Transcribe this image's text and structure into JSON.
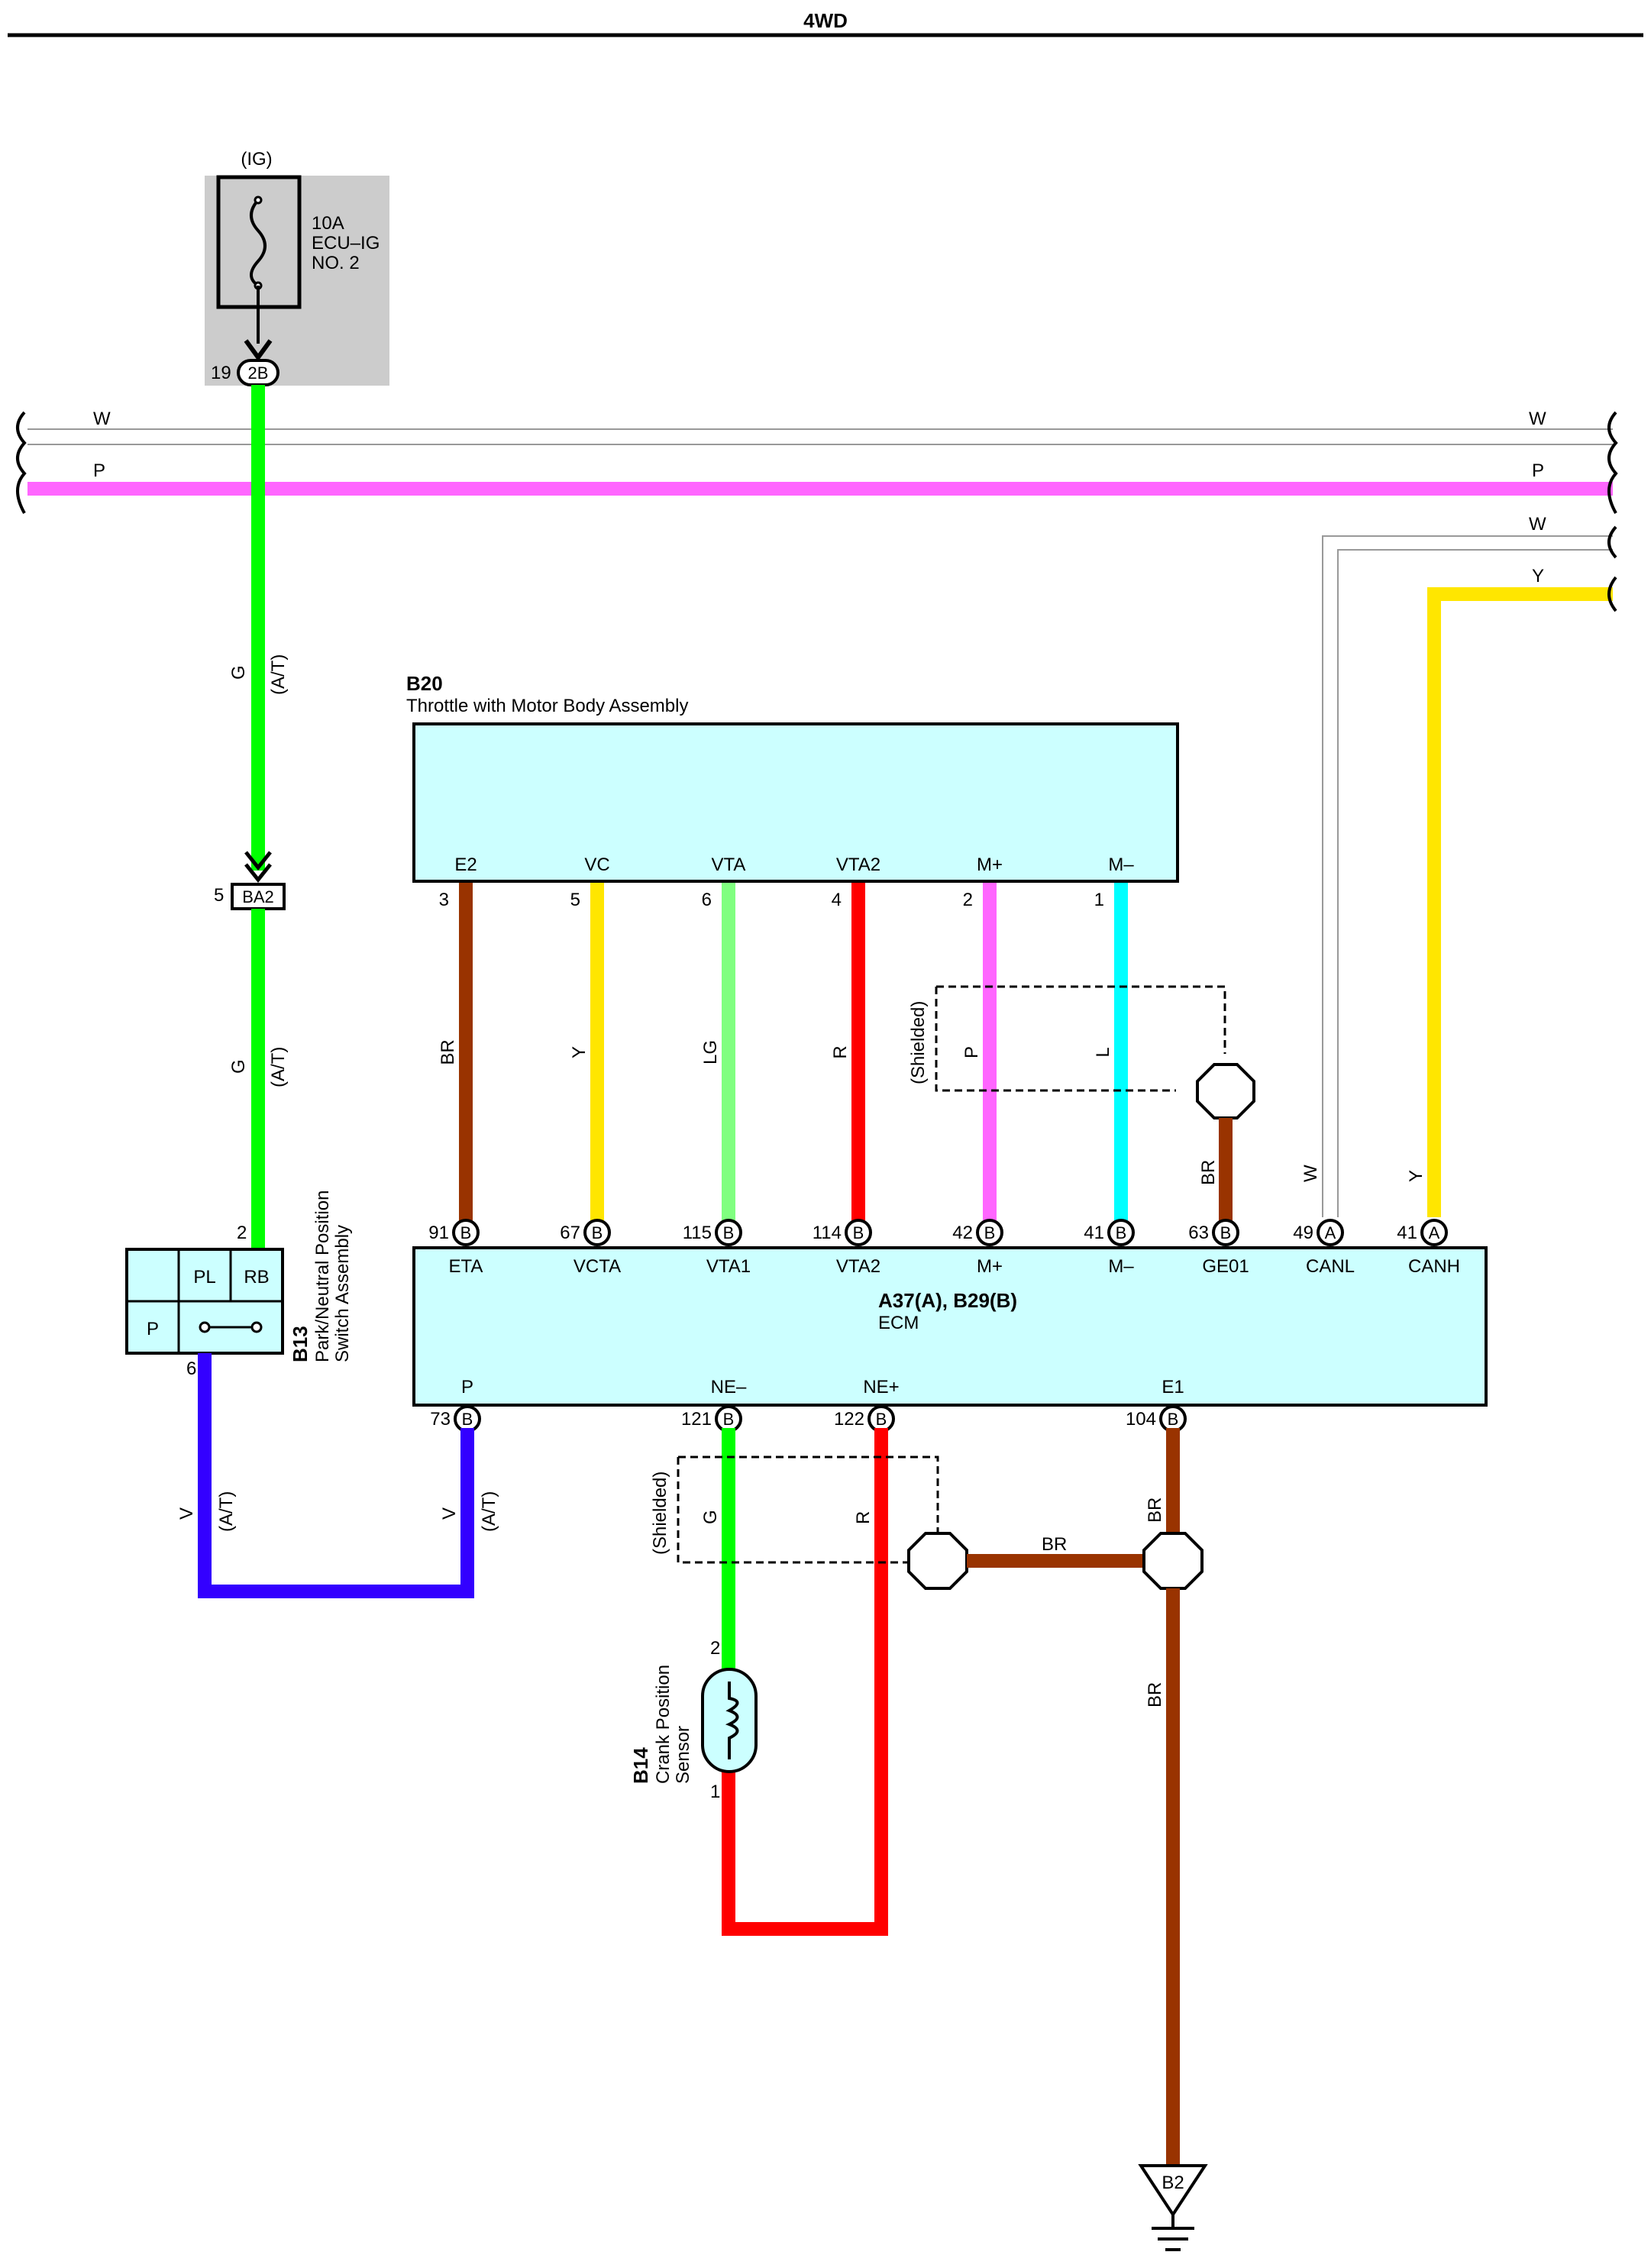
{
  "header": {
    "title": "4WD"
  },
  "fuse": {
    "supply": "(IG)",
    "rating": "10A",
    "name_line1": "ECU–IG",
    "name_line2": "NO. 2",
    "connector": "2B",
    "pin": "19"
  },
  "bus": {
    "top_w_left": "W",
    "top_w_right": "W",
    "top_p_left": "P",
    "top_p_right": "P",
    "right_w": "W",
    "right_y": "Y"
  },
  "main_wire": {
    "upper_color": "G",
    "upper_note": "(A/T)",
    "connector": "BA2",
    "connector_pin": "5",
    "lower_color": "G",
    "lower_note": "(A/T)"
  },
  "pnp_switch": {
    "id": "B13",
    "name_line1": "Park/Neutral Position",
    "name_line2": "Switch Assembly",
    "cell_pl": "PL",
    "cell_rb": "RB",
    "cell_p": "P",
    "pin_top": "2",
    "pin_bottom": "6"
  },
  "throttle": {
    "id": "B20",
    "name": "Throttle with Motor Body Assembly",
    "terminals": [
      {
        "label": "E2",
        "pin": "3",
        "wire": "BR"
      },
      {
        "label": "VC",
        "pin": "5",
        "wire": "Y"
      },
      {
        "label": "VTA",
        "pin": "6",
        "wire": "LG"
      },
      {
        "label": "VTA2",
        "pin": "4",
        "wire": "R"
      },
      {
        "label": "M+",
        "pin": "2",
        "wire": "P"
      },
      {
        "label": "M–",
        "pin": "1",
        "wire": "L"
      }
    ],
    "shield_label": "(Shielded)"
  },
  "ecm": {
    "id": "A37(A), B29(B)",
    "name": "ECM",
    "top_terminals": [
      {
        "label": "ETA",
        "pin": "91",
        "conn": "B"
      },
      {
        "label": "VCTA",
        "pin": "67",
        "conn": "B"
      },
      {
        "label": "VTA1",
        "pin": "115",
        "conn": "B"
      },
      {
        "label": "VTA2",
        "pin": "114",
        "conn": "B"
      },
      {
        "label": "M+",
        "pin": "42",
        "conn": "B"
      },
      {
        "label": "M–",
        "pin": "41",
        "conn": "B"
      },
      {
        "label": "GE01",
        "pin": "63",
        "conn": "B"
      },
      {
        "label": "CANL",
        "pin": "49",
        "conn": "A"
      },
      {
        "label": "CANH",
        "pin": "41",
        "conn": "A"
      }
    ],
    "ge01_wire": "BR",
    "canl_wire": "W",
    "canh_wire": "Y",
    "bottom_terminals": [
      {
        "label": "P",
        "pin": "73",
        "conn": "B"
      },
      {
        "label": "NE–",
        "pin": "121",
        "conn": "B"
      },
      {
        "label": "NE+",
        "pin": "122",
        "conn": "B"
      },
      {
        "label": "E1",
        "pin": "104",
        "conn": "B"
      }
    ]
  },
  "lower": {
    "v_left": "V",
    "v_left_note": "(A/T)",
    "v_right": "V",
    "v_right_note": "(A/T)",
    "shield_label": "(Shielded)",
    "ne_minus_wire": "G",
    "ne_plus_wire": "R",
    "br_horizontal": "BR",
    "br_upper": "BR",
    "br_lower": "BR",
    "ground": "B2"
  },
  "crank_sensor": {
    "id": "B14",
    "name_line1": "Crank Position",
    "name_line2": "Sensor",
    "pin_top": "2",
    "pin_bottom": "1"
  },
  "colors": {
    "green": "#00ff00",
    "lightgreen": "#80ff80",
    "pink": "#ff66ff",
    "brown": "#993300",
    "yellow": "#ffe600",
    "red": "#ff0000",
    "cyan": "#00ffff",
    "violet": "#3300ff",
    "box_fill": "#ccffff",
    "fuse_bg": "#cccccc",
    "white_wire": "#999999"
  },
  "icons": [
    "fuse-icon",
    "ground-icon",
    "shield-junction-icon",
    "sensor-coil-icon",
    "switch-contact-icon"
  ]
}
